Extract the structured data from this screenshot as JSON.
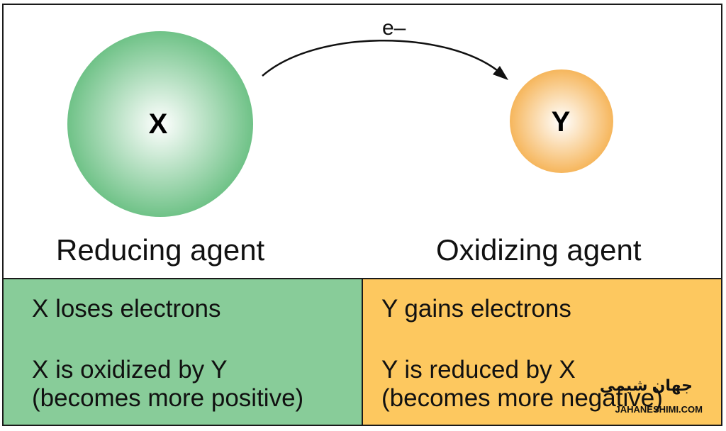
{
  "diagram": {
    "electron_label": "e–",
    "reducing": {
      "symbol": "X",
      "label": "Reducing agent",
      "color_edge": "#6fc287",
      "color_center": "#ffffff"
    },
    "oxidizing": {
      "symbol": "Y",
      "label": "Oxidizing agent",
      "color_edge": "#f6b65c",
      "color_center": "#ffffff"
    }
  },
  "table": {
    "left": {
      "color": "#88cc99",
      "line1": "X loses electrons",
      "line2": "X is oxidized by Y",
      "line3": "(becomes more positive)"
    },
    "right": {
      "color": "#fdc85f",
      "line1": "Y gains electrons",
      "line2": "Y is reduced by X",
      "line3": "(becomes more negative)"
    }
  },
  "watermark": {
    "script": "جهان شیمی",
    "text": "JAHANESHIMI.COM"
  }
}
